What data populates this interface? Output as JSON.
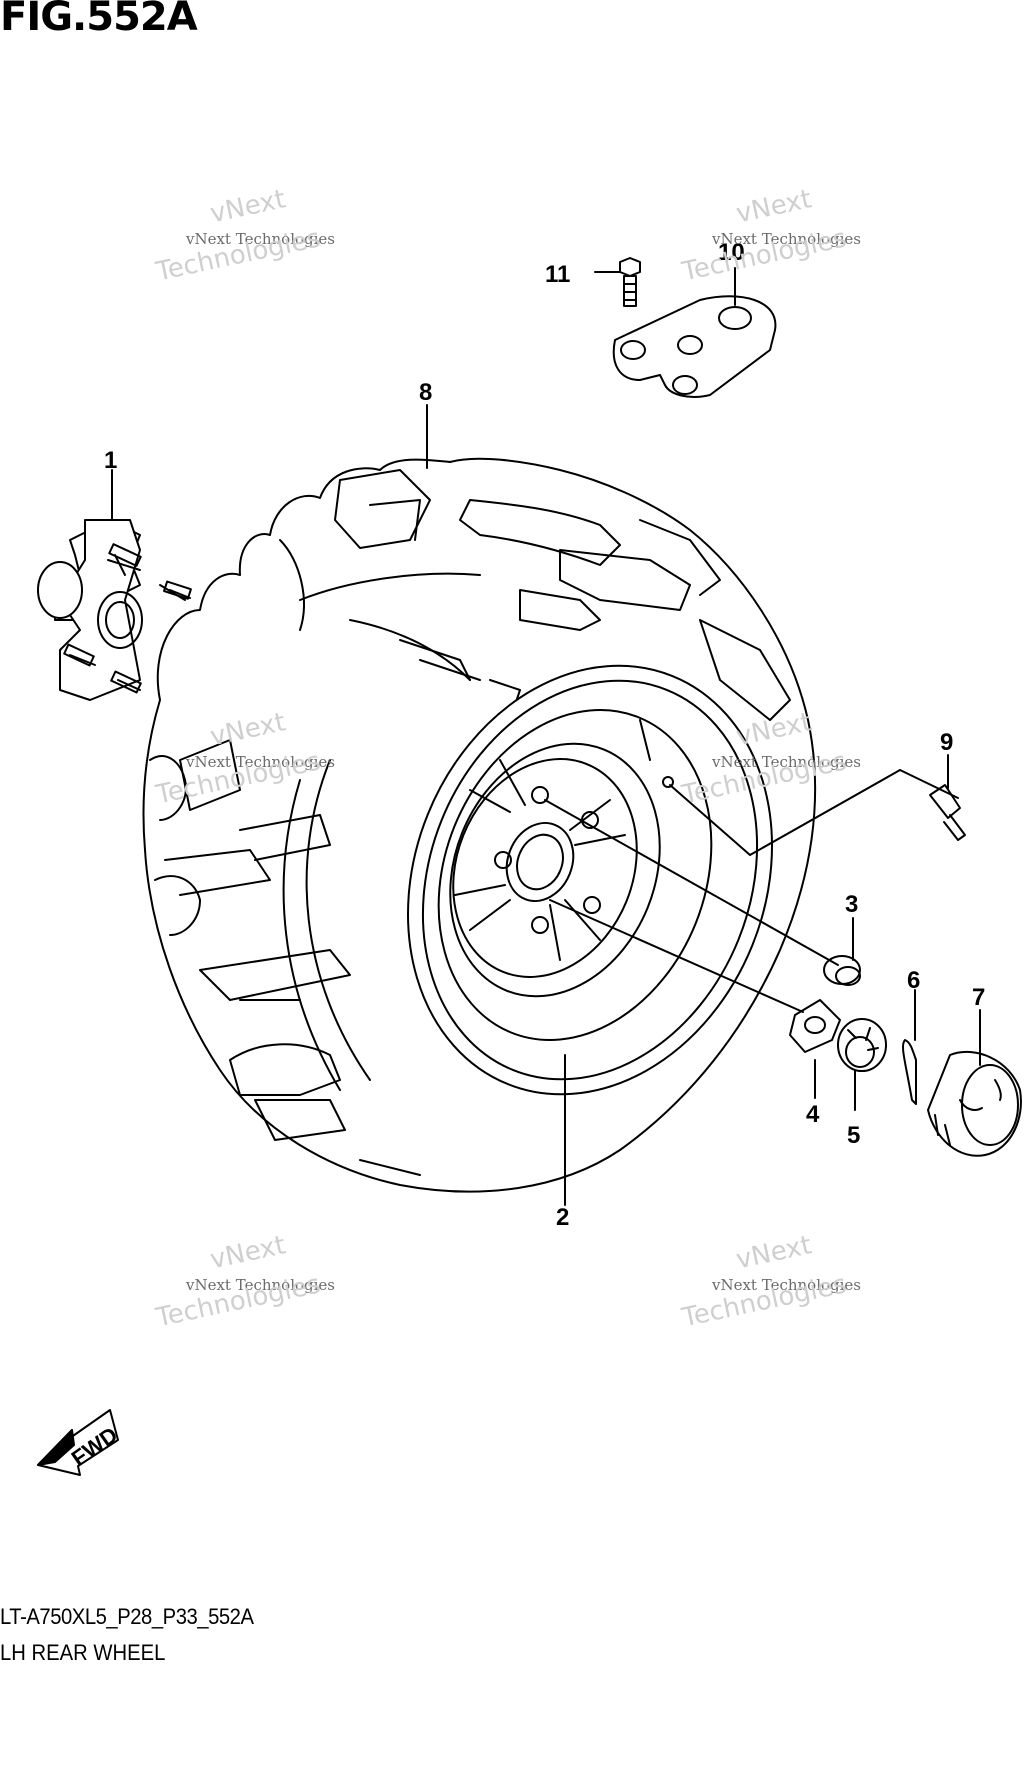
{
  "figure": {
    "title": "FIG.552A",
    "code": "LT-A750XL5_P28_P33_552A",
    "caption": "LH REAR WHEEL",
    "fwd_label": "FWD"
  },
  "callouts": [
    "1",
    "2",
    "3",
    "4",
    "5",
    "6",
    "7",
    "8",
    "9",
    "10",
    "11"
  ],
  "watermark": {
    "brand": "vNext",
    "line": "vNext Technologies",
    "big": "Technologies"
  }
}
